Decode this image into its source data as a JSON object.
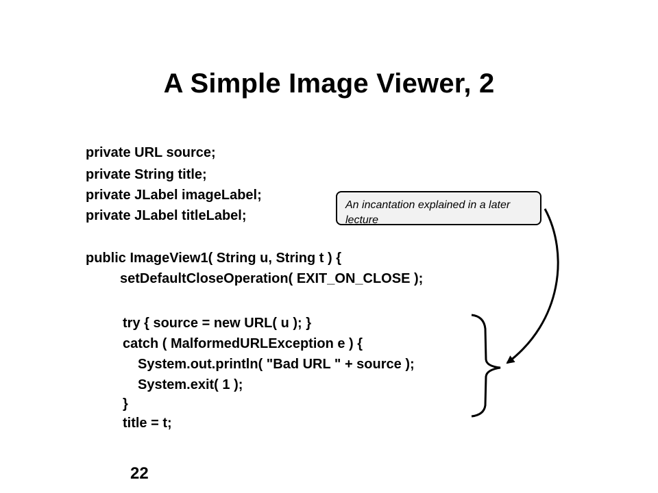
{
  "slide": {
    "title": "A Simple Image Viewer, 2",
    "page_number": "22"
  },
  "code": {
    "fields": [
      "private URL source;",
      "private String title;",
      "private JLabel imageLabel;",
      "private JLabel titleLabel;"
    ],
    "constructor": [
      "public ImageView1( String u, String t ) {",
      "setDefaultCloseOperation( EXIT_ON_CLOSE );"
    ],
    "try_block": [
      "try { source = new URL( u ); }",
      "catch ( MalformedURLException e ) {",
      "System.out.println( \"Bad URL \" + source );",
      "System.exit( 1 );",
      "}",
      "title = t;"
    ]
  },
  "callout": {
    "text": "An incantation explained in a later lecture"
  }
}
